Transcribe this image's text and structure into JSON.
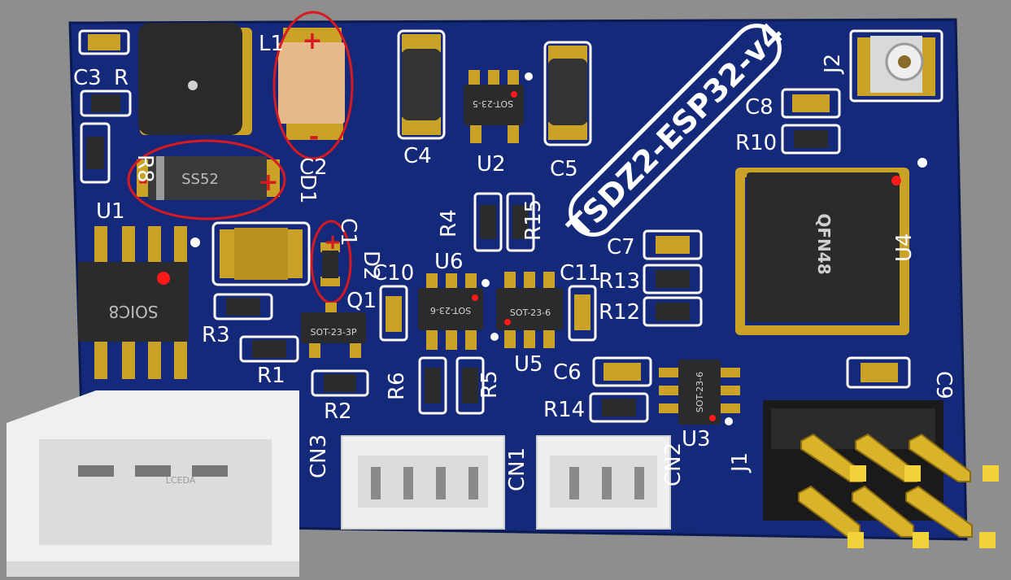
{
  "board": {
    "title": "TSDZ2-ESP32-v4",
    "colors": {
      "background": "#8e8e8e",
      "pcb": "#15297a",
      "pcb_dark": "#0f1f5e",
      "silkscreen": "#ffffff",
      "pad": "#c9a227",
      "ic_body": "#2b2b2b",
      "connector": "#efefef",
      "annotation": "#d71920"
    }
  },
  "refdes": {
    "C3": "C3",
    "R7": "R",
    "R8": "R8",
    "L1": "L1",
    "C2": "C2",
    "D1": "D1",
    "C1": "C1",
    "D2": "D2",
    "U1": "U1",
    "R3": "R3",
    "R1": "R1",
    "R2": "R2",
    "Q1": "Q1",
    "C4": "C4",
    "U2": "U2",
    "C5": "C5",
    "R4": "R4",
    "R15": "R15",
    "C10": "C10",
    "U6": "U6",
    "C11": "C11",
    "U5": "U5",
    "R6": "R6",
    "R5": "R5",
    "C6": "C6",
    "R14": "R14",
    "U3": "U3",
    "C7": "C7",
    "R13": "R13",
    "R12": "R12",
    "C8": "C8",
    "R10": "R10",
    "U4": "U4",
    "J2": "J2",
    "C9": "C9",
    "J1": "J1",
    "CN1": "CN1",
    "CN2": "CN2",
    "CN3": "CN3"
  },
  "component_text": {
    "d1_marking": "SS52",
    "u1_package": "SOIC8",
    "u4_package": "QFN48",
    "q1_package": "SOT-23-3P",
    "u6_package": "SOT-23-6",
    "u5_package": "SOT-23-6",
    "u3_package": "SOT-23-6",
    "u2_package": "SOT-23-5",
    "connector_vendor": "LCEDA"
  },
  "annotations": {
    "c2_plus": "+",
    "c2_minus": "-",
    "d1_minus": "-",
    "d1_plus": "+",
    "d2_plus": "+"
  }
}
